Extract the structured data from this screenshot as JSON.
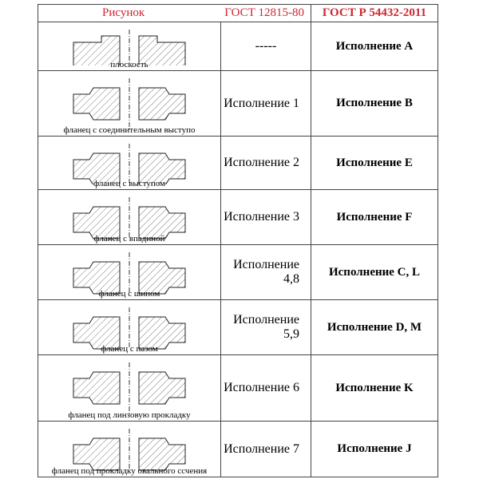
{
  "header": {
    "figure": "Рисунок",
    "gost_old": "ГОСТ 12815-80",
    "gost_new": "ГОСТ Р 54432-2011"
  },
  "rows": [
    {
      "caption": "плоскость",
      "old": "-----",
      "new": "Исполнение A",
      "h": 61
    },
    {
      "caption": "фланец с соединительным выступо",
      "old": "Исполнение 1",
      "new": "Исполнение B",
      "h": 82
    },
    {
      "caption": "фланец с выступом",
      "old": "Исполнение 2",
      "new": "Исполнение E",
      "h": 67
    },
    {
      "caption": "фланец с впадиной",
      "old": "Исполнение 3",
      "new": "Исполнение F",
      "h": 69
    },
    {
      "caption": "фланец с шипом",
      "old": "Исполнение 4,8",
      "new": "Исполнение C, L",
      "h": 69
    },
    {
      "caption": "фланец с пазом",
      "old": "Исполнение 5,9",
      "new": "Исполнение D, M",
      "h": 69
    },
    {
      "caption": "фланец под линзовую прокладку",
      "old": "Исполнение 6",
      "new": "Исполнение K",
      "h": 83
    },
    {
      "caption": "фланец под прокладку овального ссчения",
      "old": "Исполнение 7",
      "new": "Исполнение J",
      "h": 70
    }
  ]
}
